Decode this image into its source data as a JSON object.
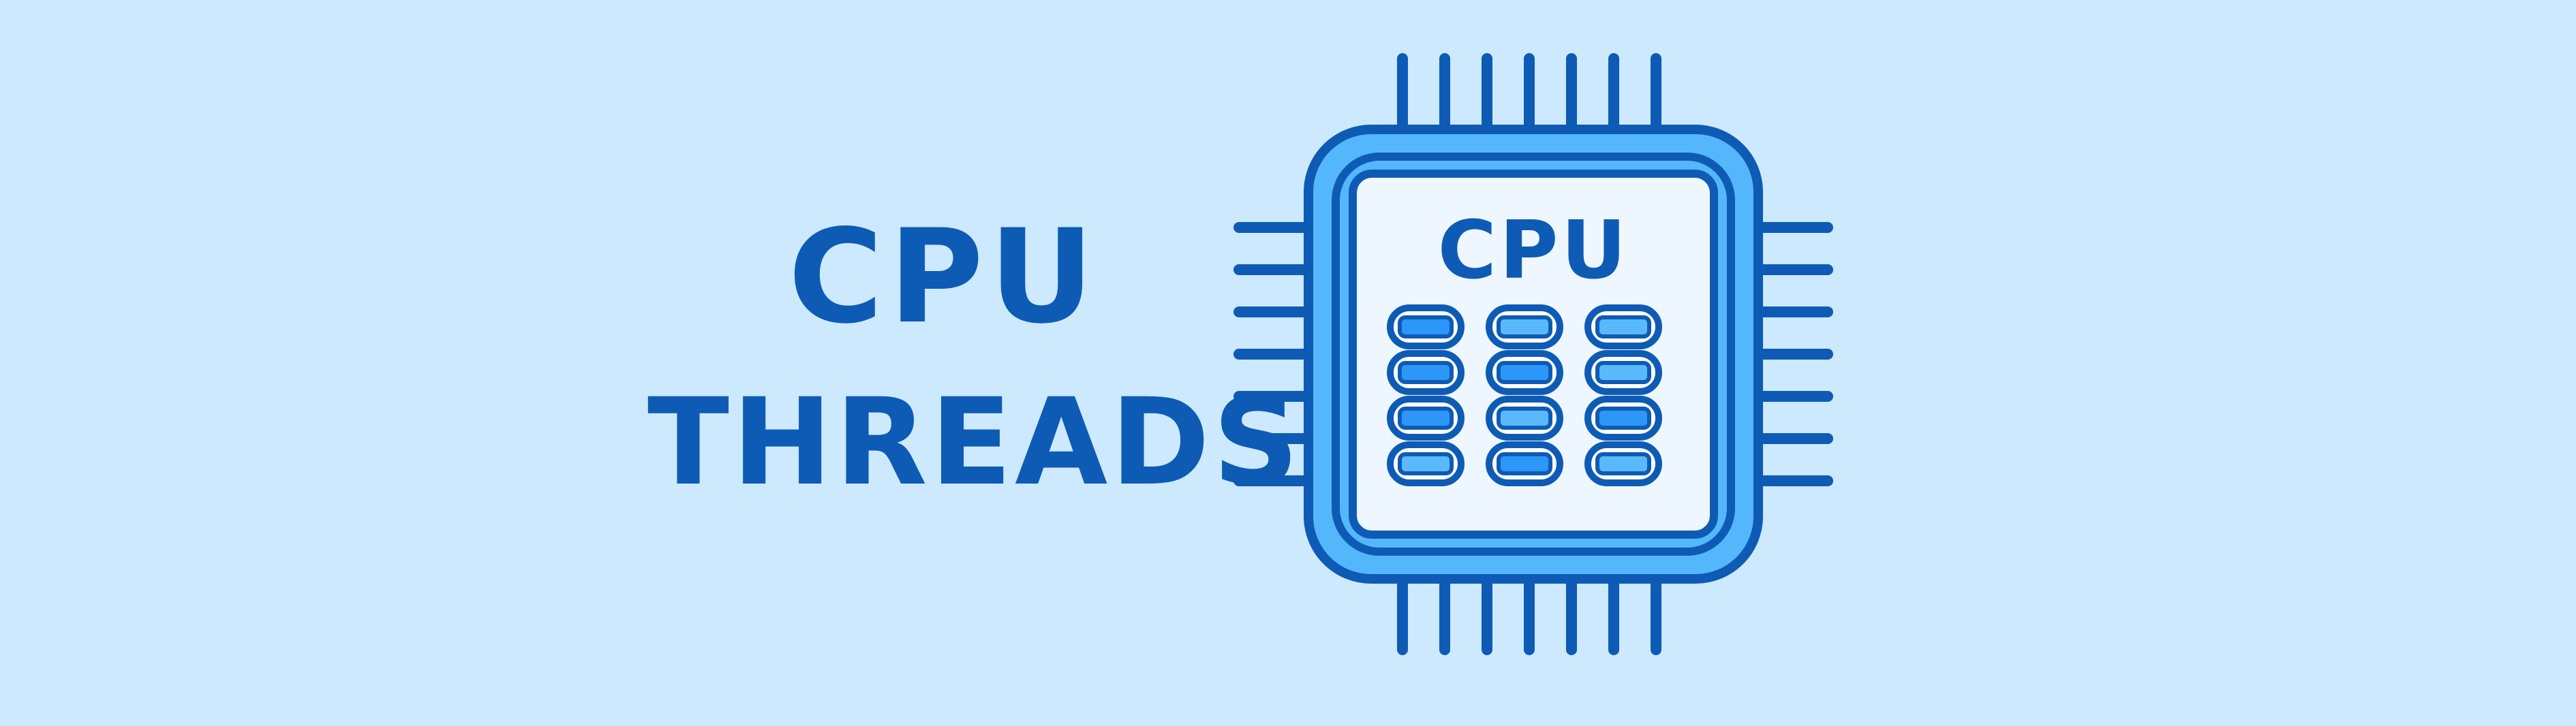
{
  "headline": {
    "line1": "CPU",
    "line2": "THREADS"
  },
  "chip": {
    "label": "CPU",
    "thread_rows": 4,
    "thread_columns": 3,
    "pins_per_side": 7,
    "colors": {
      "background": "#cce9fd",
      "stroke": "#0e5bb5",
      "frame_fill": "#55b7fb",
      "die_fill": "#eef7ff",
      "thread_light": "#5ab9fb",
      "thread_bright": "#2c97f8"
    },
    "bright_threads": [
      [
        0,
        0
      ],
      [
        1,
        1
      ],
      [
        1,
        0
      ],
      [
        2,
        2
      ],
      [
        2,
        0
      ],
      [
        3,
        1
      ]
    ]
  }
}
